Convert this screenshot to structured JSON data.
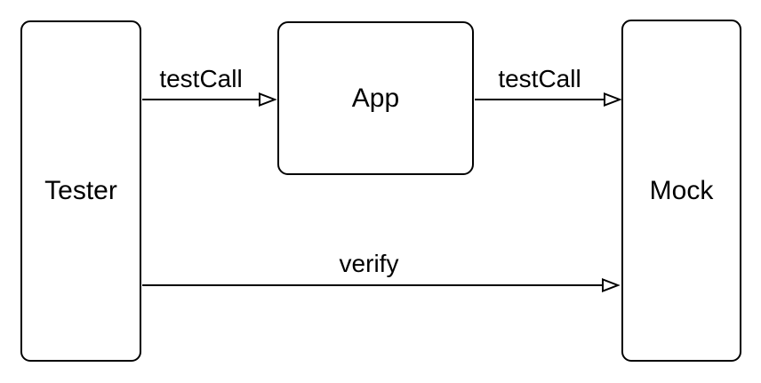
{
  "diagram": {
    "background_color": "#ffffff",
    "stroke_color": "#000000",
    "text_color": "#000000",
    "nodes": [
      {
        "id": "tester",
        "label": "Tester"
      },
      {
        "id": "app",
        "label": "App"
      },
      {
        "id": "mock",
        "label": "Mock"
      }
    ],
    "edges": [
      {
        "from": "tester",
        "to": "app",
        "label": "testCall",
        "style": "open-arrowhead"
      },
      {
        "from": "app",
        "to": "mock",
        "label": "testCall",
        "style": "open-arrowhead"
      },
      {
        "from": "tester",
        "to": "mock",
        "label": "verify",
        "style": "open-arrowhead"
      }
    ]
  }
}
